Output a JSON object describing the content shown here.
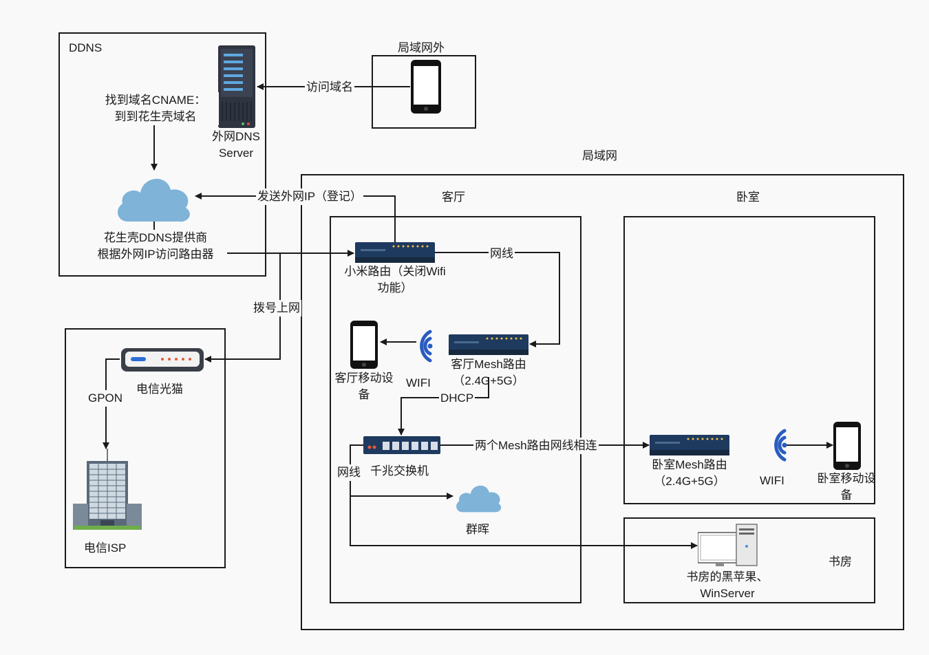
{
  "groups": {
    "ddns": "DDNS",
    "outside_lan": "局域网外",
    "lan": "局域网",
    "living_room": "客厅",
    "bedroom": "卧室",
    "study": "书房"
  },
  "nodes": {
    "dns_server": "外网DNS Server",
    "dns_server_line1": "外网DNS",
    "dns_server_line2": "Server",
    "find_cname_line1": "找到域名CNAME：",
    "find_cname_line2": "到到花生壳域名",
    "ddns_provider_line1": "花生壳DDNS提供商",
    "ddns_provider_line2": "根据外网IP访问路由器",
    "xiaomi_router_line1": "小米路由（关闭Wifi",
    "xiaomi_router_line2": "功能）",
    "living_mesh_line1": "客厅Mesh路由",
    "living_mesh_line2": "（2.4G+5G）",
    "living_mobile_line1": "客厅移动设",
    "living_mobile_line2": "备",
    "switch": "千兆交换机",
    "nas": "群晖",
    "bedroom_mesh_line1": "卧室Mesh路由",
    "bedroom_mesh_line2": "（2.4G+5G）",
    "bedroom_mobile_line1": "卧室移动设",
    "bedroom_mobile_line2": "备",
    "study_pc_line1": "书房的黑苹果、",
    "study_pc_line2": "WinServer",
    "optical_modem": "电信光猫",
    "isp": "电信ISP",
    "wifi_living": "WIFI",
    "wifi_bedroom": "WIFI"
  },
  "edges": {
    "visit_domain": "访问域名",
    "send_wan_ip": "发送外网IP（登记）",
    "cable_1": "网线",
    "dial_up": "拨号上网",
    "gpon": "GPON",
    "dhcp": "DHCP",
    "mesh_cable": "两个Mesh路由网线相连",
    "cable_2": "网线"
  },
  "colors": {
    "stroke": "#1a1a1a",
    "cloud": "#7fb3d8",
    "router": "#1f3a5f",
    "wifi": "#2a5cc0"
  }
}
